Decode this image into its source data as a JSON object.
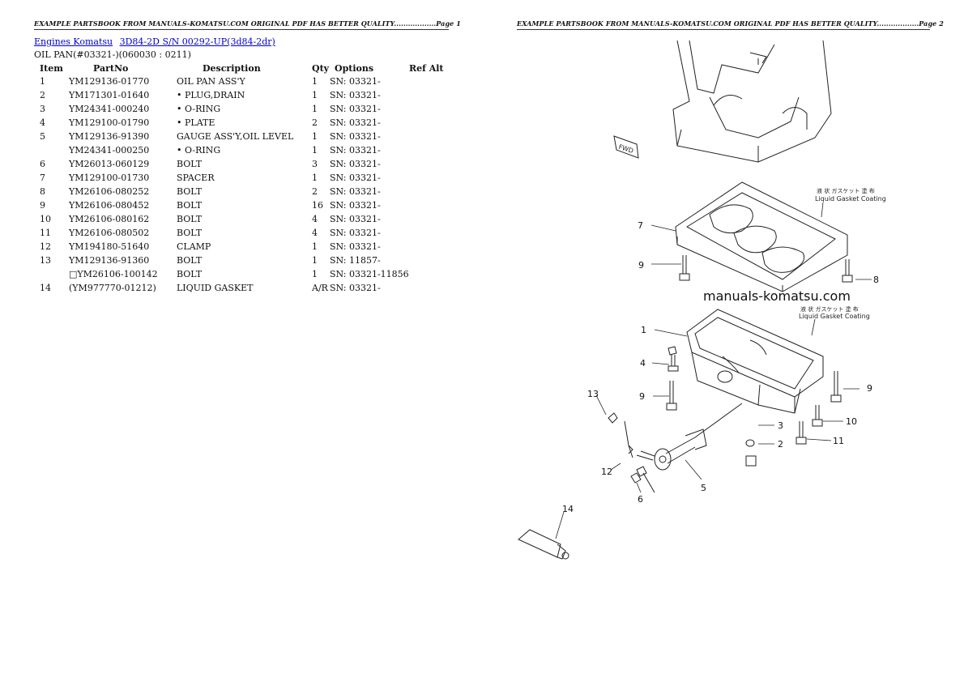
{
  "header": {
    "left": "EXAMPLE PARTSBOOK FROM MANUALS-KOMATSU.COM ORIGINAL PDF HAS BETTER QUALITY..................Page 1",
    "right": "EXAMPLE PARTSBOOK FROM MANUALS-KOMATSU.COM ORIGINAL PDF HAS BETTER QUALITY..................Page 2"
  },
  "breadcrumb": {
    "link1": "Engines Komatsu",
    "link2": "3D84-2D S/N 00292-UP(3d84-2dr)"
  },
  "subtitle": "OIL PAN(#03321-)(060030 : 0211)",
  "table": {
    "headers": [
      "Item",
      "PartNo",
      "Description",
      "Qty",
      "Options",
      "Ref Alt"
    ],
    "rows": [
      {
        "item": "1",
        "part": "YM129136-01770",
        "desc": "OIL PAN ASS'Y",
        "qty": "1",
        "opt": "SN: 03321-"
      },
      {
        "item": "2",
        "part": "YM171301-01640",
        "desc": "• PLUG,DRAIN",
        "qty": "1",
        "opt": "SN: 03321-"
      },
      {
        "item": "3",
        "part": "YM24341-000240",
        "desc": "• O-RING",
        "qty": "1",
        "opt": "SN: 03321-"
      },
      {
        "item": "4",
        "part": "YM129100-01790",
        "desc": "• PLATE",
        "qty": "2",
        "opt": "SN: 03321-"
      },
      {
        "item": "5",
        "part": "YM129136-91390",
        "desc": "GAUGE ASS'Y,OIL LEVEL",
        "qty": "1",
        "opt": "SN: 03321-"
      },
      {
        "item": "",
        "part": "YM24341-000250",
        "desc": "• O-RING",
        "qty": "1",
        "opt": "SN: 03321-"
      },
      {
        "item": "6",
        "part": "YM26013-060129",
        "desc": "BOLT",
        "qty": "3",
        "opt": "SN: 03321-"
      },
      {
        "item": "7",
        "part": "YM129100-01730",
        "desc": "SPACER",
        "qty": "1",
        "opt": "SN: 03321-"
      },
      {
        "item": "8",
        "part": "YM26106-080252",
        "desc": "BOLT",
        "qty": "2",
        "opt": "SN: 03321-"
      },
      {
        "item": "9",
        "part": "YM26106-080452",
        "desc": "BOLT",
        "qty": "16",
        "opt": "SN: 03321-"
      },
      {
        "item": "10",
        "part": "YM26106-080162",
        "desc": "BOLT",
        "qty": "4",
        "opt": "SN: 03321-"
      },
      {
        "item": "11",
        "part": "YM26106-080502",
        "desc": "BOLT",
        "qty": "4",
        "opt": "SN: 03321-"
      },
      {
        "item": "12",
        "part": "YM194180-51640",
        "desc": "CLAMP",
        "qty": "1",
        "opt": "SN: 03321-"
      },
      {
        "item": "13",
        "part": "YM129136-91360",
        "desc": "BOLT",
        "qty": "1",
        "opt": "SN: 11857-"
      },
      {
        "item": "",
        "part": "□YM26106-100142",
        "desc": "BOLT",
        "qty": "1",
        "opt": "SN: 03321-11856"
      },
      {
        "item": "14",
        "part": "(YM977770-01212)",
        "desc": "LIQUID GASKET",
        "qty": "A/R",
        "opt": "SN: 03321-"
      }
    ]
  },
  "diagram": {
    "watermark": "manuals-komatsu.com",
    "gasket_note_jp": "液 状 ガスケット 塗 布",
    "gasket_note_en": "Liquid Gasket Coating",
    "fwd": "FWD",
    "callouts": [
      "1",
      "2",
      "3",
      "4",
      "5",
      "6",
      "7",
      "8",
      "9",
      "9",
      "9",
      "10",
      "11",
      "12",
      "13",
      "14"
    ]
  }
}
